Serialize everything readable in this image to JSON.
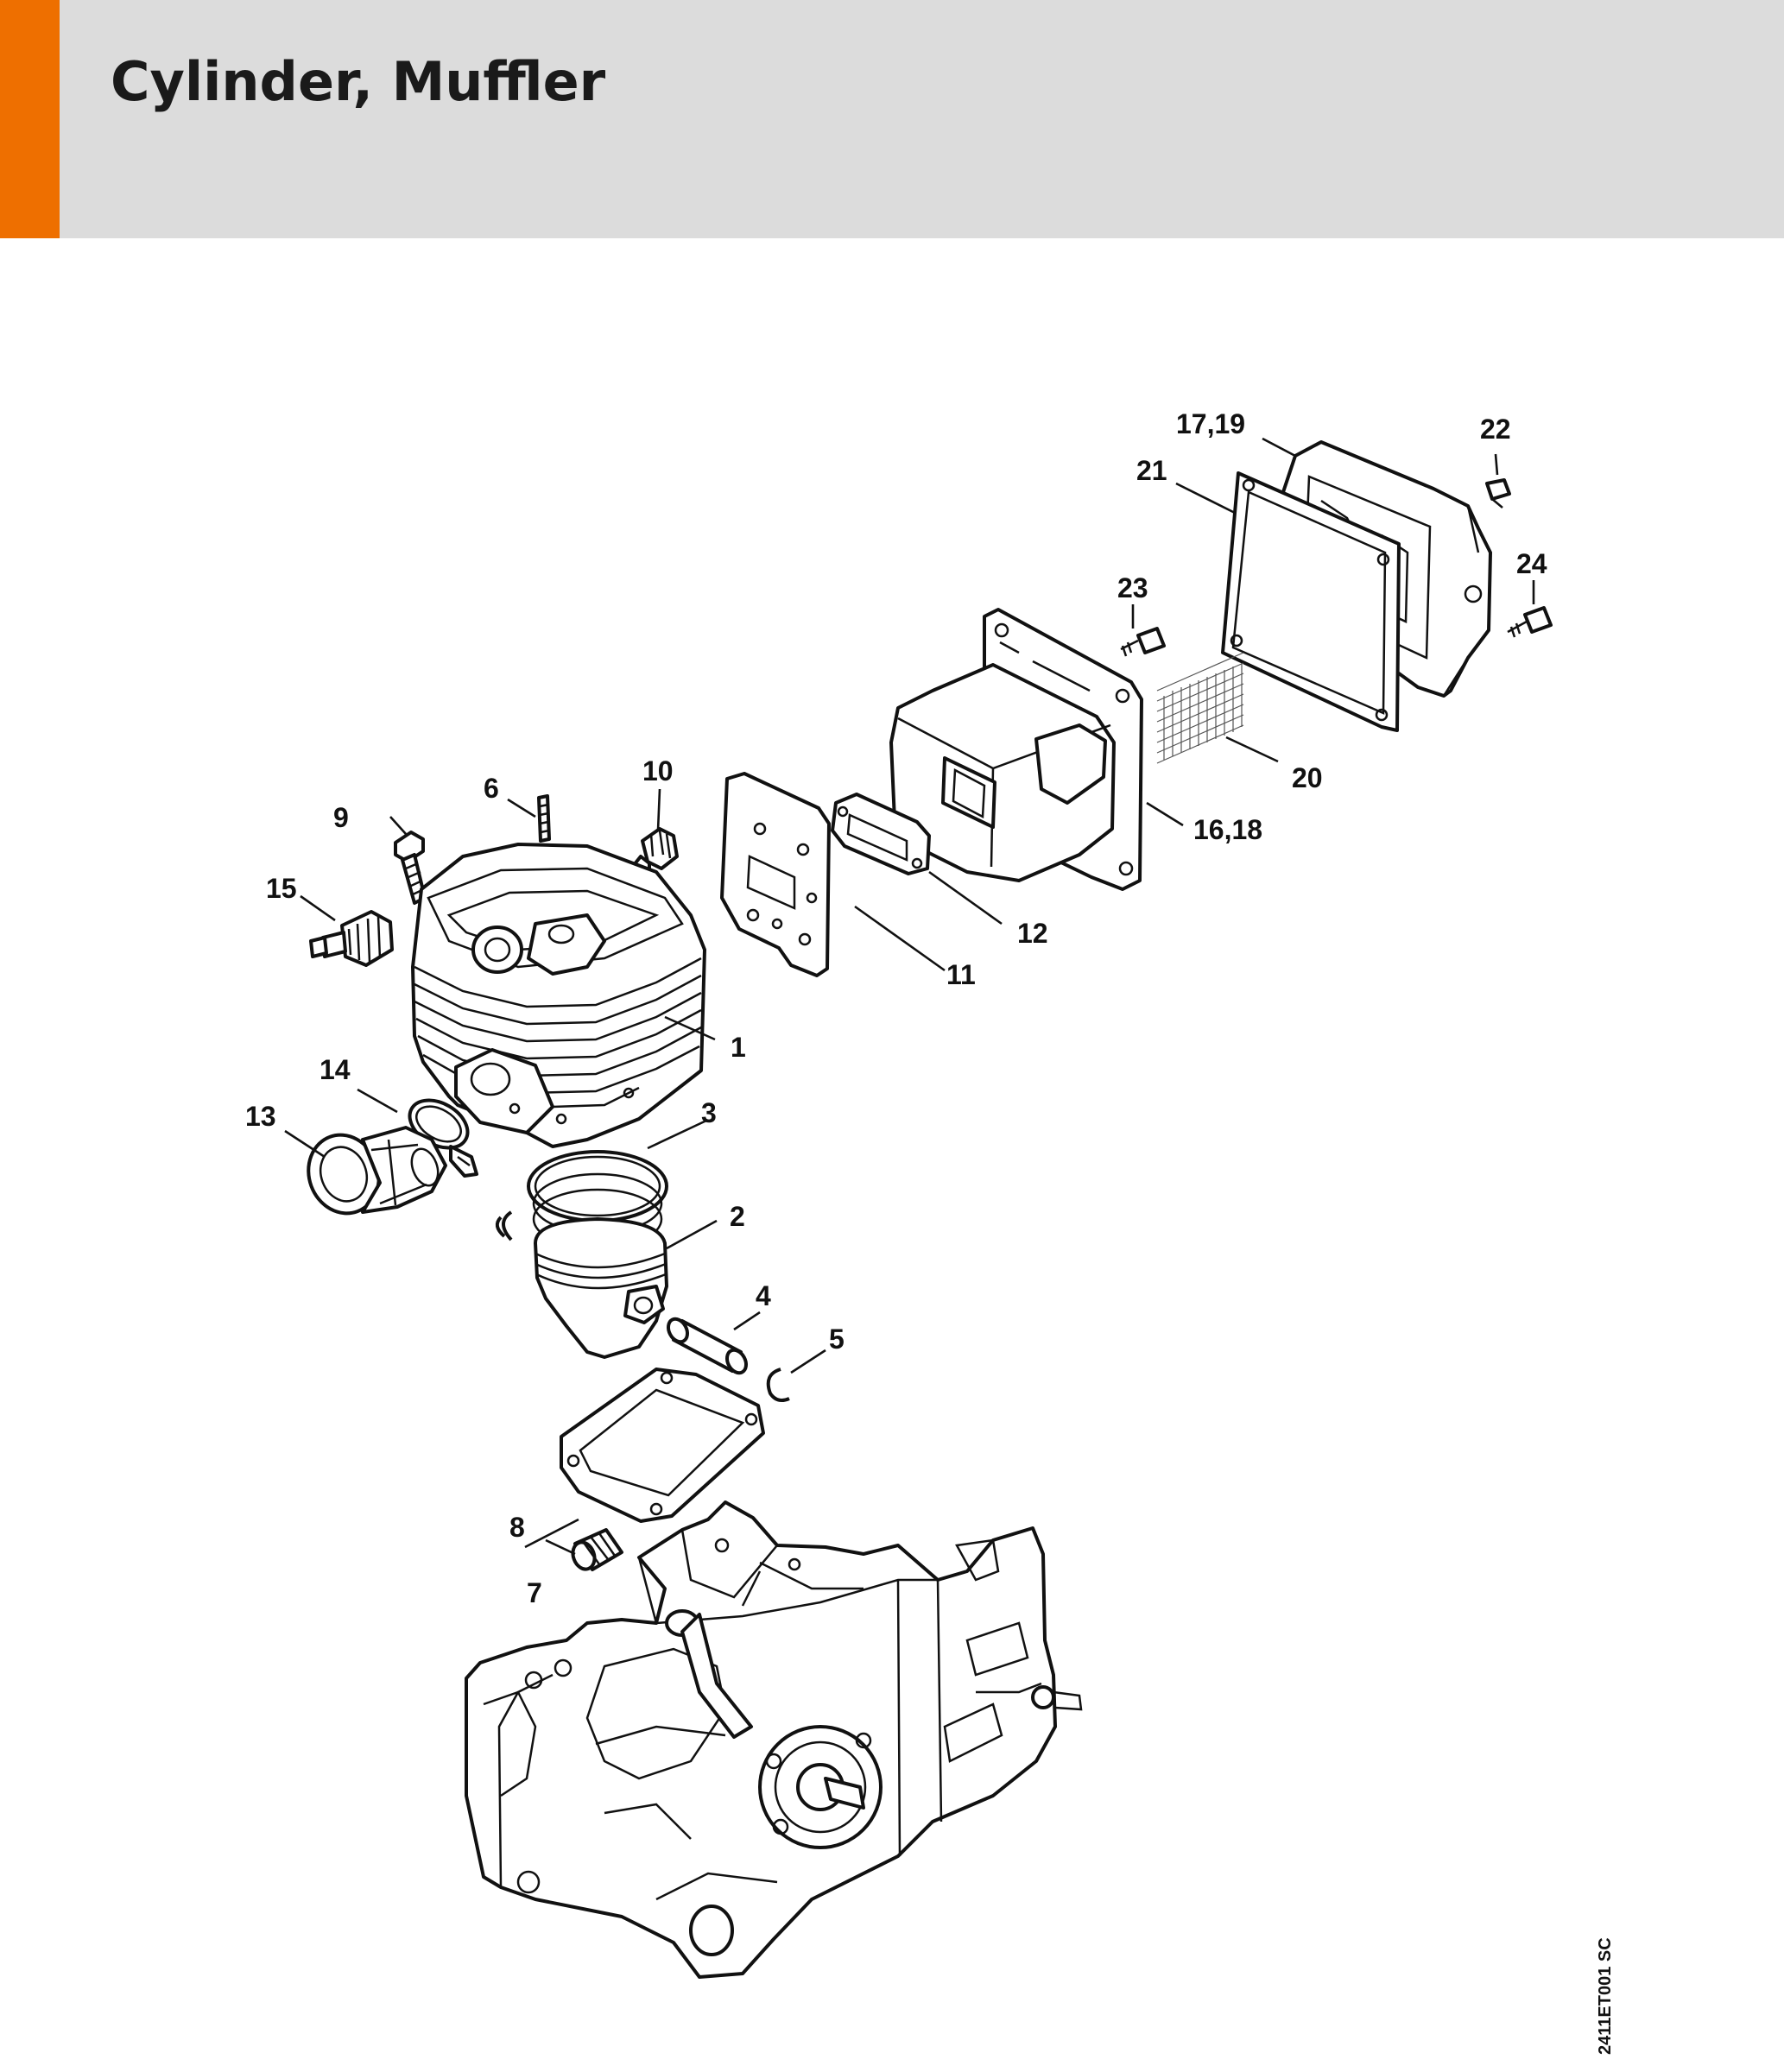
{
  "page": {
    "title": "Cylinder, Muffler",
    "drawing_code": "2411ET001 SC"
  },
  "colors": {
    "accent": "#ee6f00",
    "header_background": "#dcdcdc",
    "line": "#111111"
  },
  "callouts": {
    "c1": "1",
    "c2": "2",
    "c3": "3",
    "c4": "4",
    "c5": "5",
    "c6": "6",
    "c7": "7",
    "c8": "8",
    "c9": "9",
    "c10": "10",
    "c11": "11",
    "c12": "12",
    "c13": "13",
    "c14": "14",
    "c15": "15",
    "c16_18": "16,18",
    "c17_19": "17,19",
    "c20": "20",
    "c21": "21",
    "c22": "22",
    "c23": "23",
    "c24": "24"
  }
}
